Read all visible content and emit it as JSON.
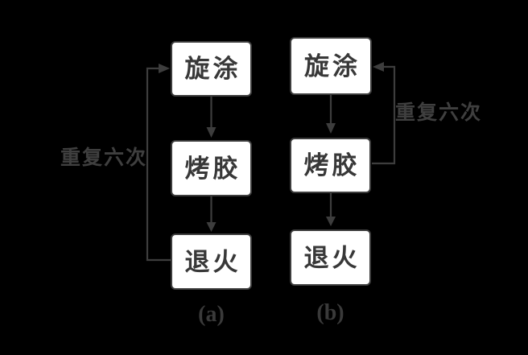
{
  "diagram": {
    "colors": {
      "background": "#000000",
      "box_fill": "#ffffff",
      "box_border": "#3d3d3d",
      "line": "#3d3d3d",
      "box_text": "#383838",
      "label_text": "#3f3f3f"
    },
    "flows": [
      {
        "id": "a",
        "caption": "(a)",
        "steps": [
          {
            "label": "旋涂"
          },
          {
            "label": "烤胶"
          },
          {
            "label": "退火"
          }
        ],
        "loop": {
          "label": "重复六次",
          "side": "left",
          "from_step": "退火",
          "to_step": "旋涂"
        }
      },
      {
        "id": "b",
        "caption": "(b)",
        "steps": [
          {
            "label": "旋涂"
          },
          {
            "label": "烤胶"
          },
          {
            "label": "退火"
          }
        ],
        "loop": {
          "label": "重复六次",
          "side": "right",
          "from_step": "烤胶",
          "to_step": "旋涂"
        }
      }
    ]
  }
}
